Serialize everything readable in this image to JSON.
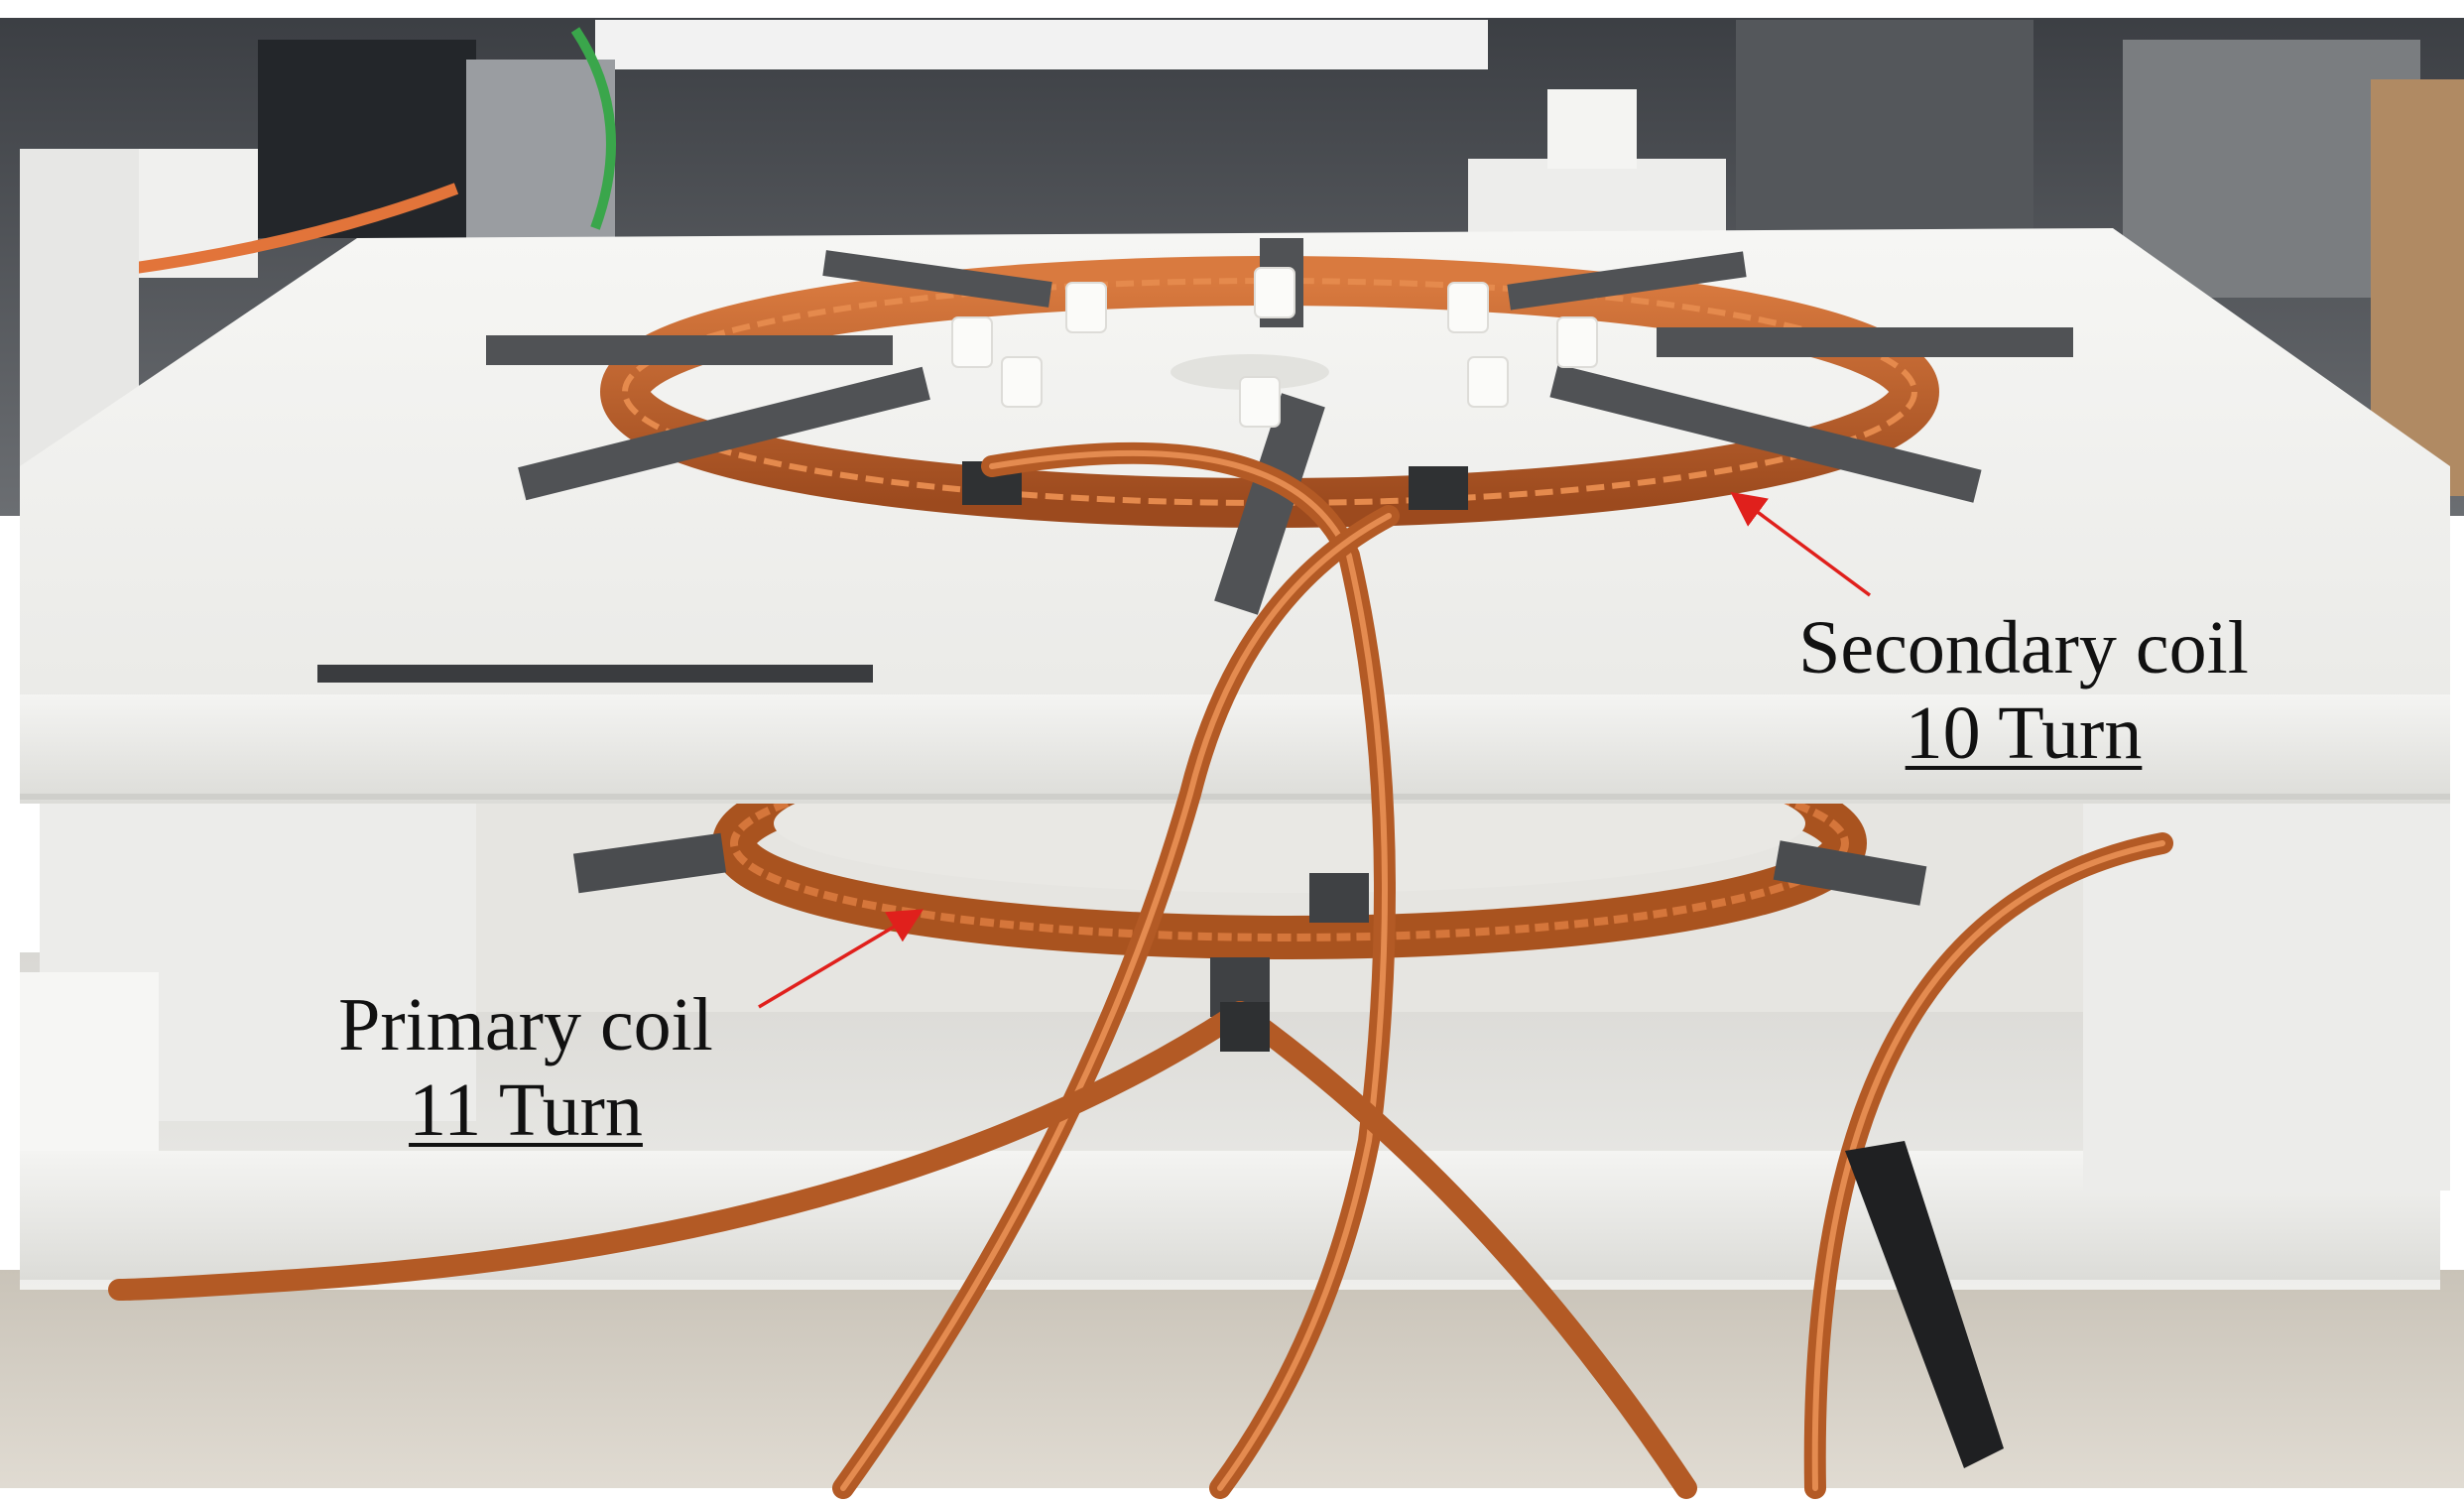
{
  "labels": {
    "secondary": {
      "name": "Secondary coil",
      "turns": "10 Turn"
    },
    "primary": {
      "name": "Primary coil",
      "turns": "11 Turn"
    }
  },
  "colors": {
    "copper": "#c8662f",
    "copper_dark": "#8a3f17",
    "board": "#f3f3f1",
    "ferrite": "#4a4c4f",
    "arrow": "#e0201c",
    "floor": "#d8d2c8"
  }
}
